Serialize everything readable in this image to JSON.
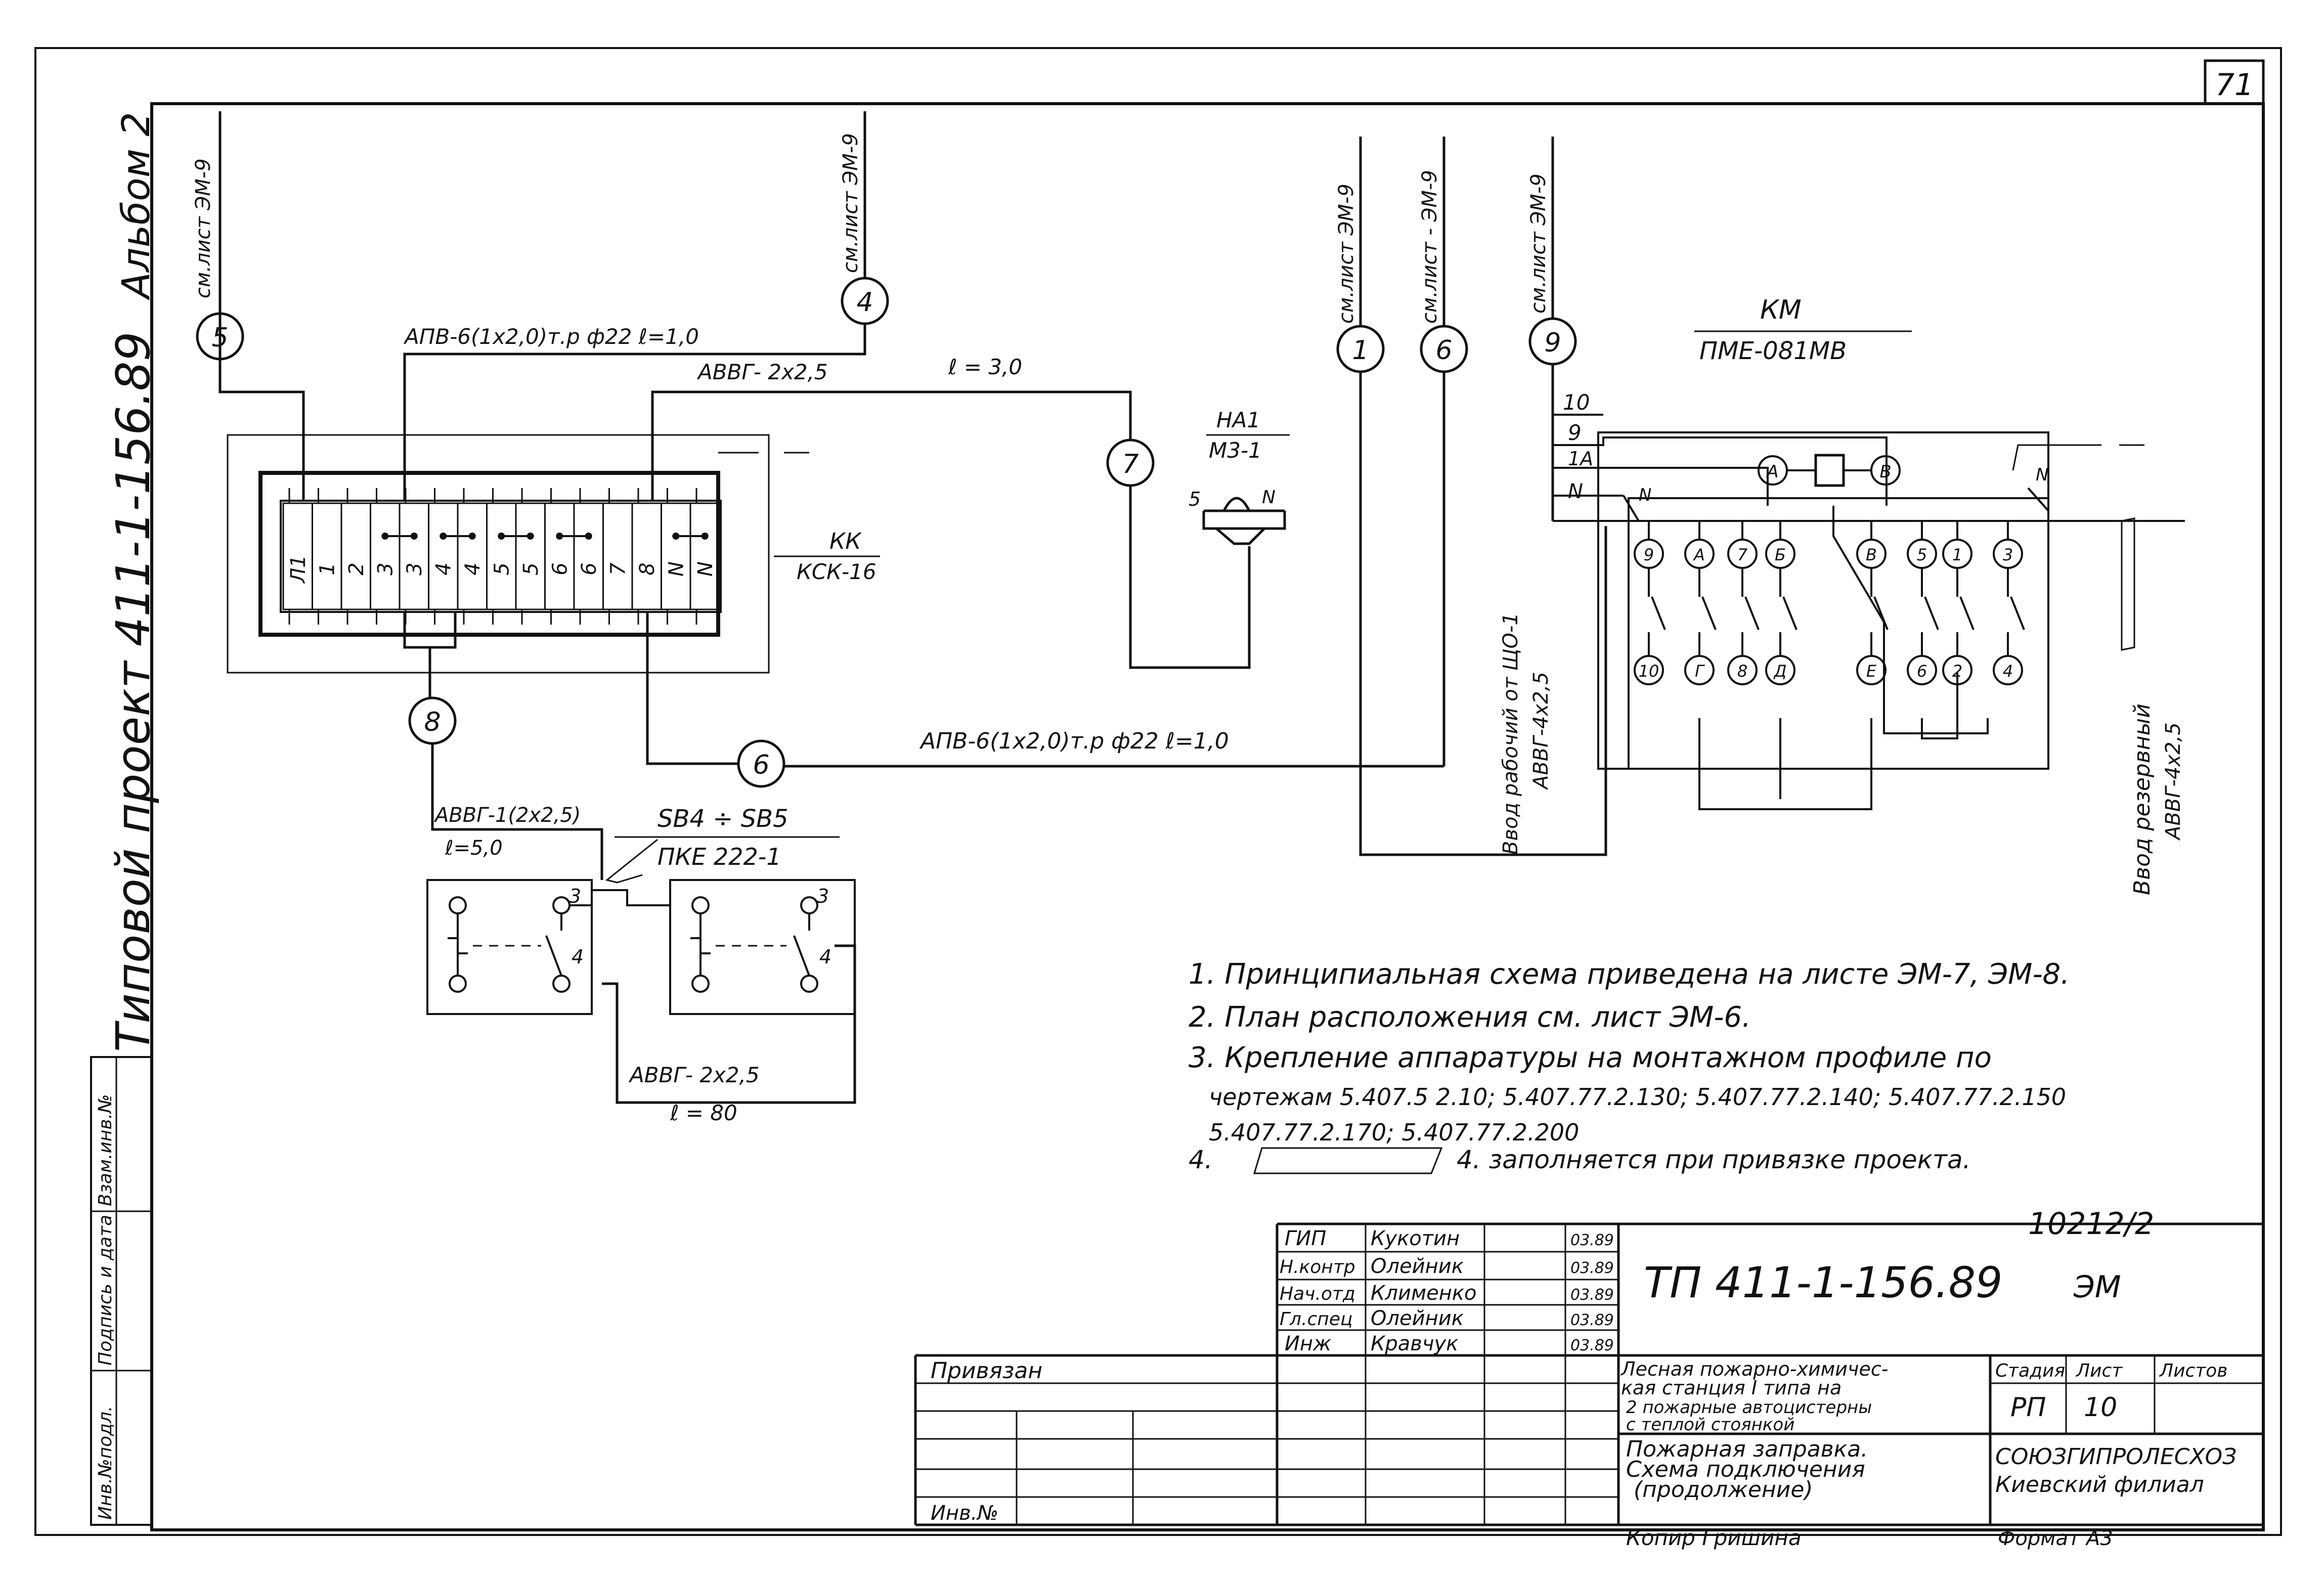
{
  "page_number": "71",
  "album": "Альбом 2",
  "project": "Типовой проект 411-1-156.89",
  "left_stamp": [
    "Инв.№подл.",
    "Подпись и дата",
    "Взам.инв.№"
  ],
  "cable_refs": {
    "c5": {
      "circle": "5",
      "ref": "см.лист ЭМ-9"
    },
    "c4": {
      "circle": "4",
      "ref": "см.лист ЭМ-9"
    },
    "c1": {
      "circle": "1",
      "ref": "см.лист ЭМ-9"
    },
    "c6a": {
      "circle": "6",
      "ref": "см.лист - ЭМ-9"
    },
    "c9": {
      "circle": "9",
      "ref": "см.лист ЭМ-9"
    },
    "c7": {
      "circle": "7"
    },
    "c8": {
      "circle": "8"
    },
    "c6b": {
      "circle": "6"
    }
  },
  "cables": {
    "apv_top": "АПВ-6(1х2,0)т.р ф22 ℓ=1,0",
    "avvg_top": "АВВГ- 2х2,5",
    "avvg_top_len": "ℓ = 3,0",
    "apv_bottom": "АПВ-6(1х2,0)т.р ф22 ℓ=1,0",
    "avvg_8": "АВВГ-1(2х2,5)",
    "avvg_8_len": "ℓ=5,0",
    "avvg_bottom": "АВВГ- 2х2,5",
    "avvg_bottom_len": "ℓ = 80",
    "input_work": "Ввод рабочий от ЩО-1",
    "input_work_cable": "АВВГ-4х2,5",
    "input_reserve": "Ввод резервный",
    "input_reserve_cable": "АВВГ-4х2,5"
  },
  "terminal_block": {
    "label": "КК",
    "type": "КСК-16",
    "terminals": [
      "Л1",
      "1",
      "2",
      "3",
      "3",
      "4",
      "4",
      "5",
      "5",
      "6",
      "6",
      "7",
      "8",
      "N",
      "N"
    ]
  },
  "alarm": {
    "label": "НА1",
    "type": "М3-1",
    "terminals": [
      "5",
      "N"
    ]
  },
  "push_buttons": {
    "label": "SB4 ÷ SB5",
    "type": "ПКЕ 222-1",
    "terminals": [
      "3",
      "4"
    ]
  },
  "starter": {
    "label": "КМ",
    "type": "ПМЕ-081МВ",
    "inputs": [
      "10",
      "9",
      "1А",
      "N"
    ],
    "coil": [
      "А",
      "В"
    ],
    "n_marks": [
      "N",
      "N"
    ],
    "top_terms": [
      "9",
      "А",
      "7",
      "Б",
      "В",
      "5",
      "1",
      "3"
    ],
    "bottom_terms": [
      "10",
      "Г",
      "8",
      "Д",
      "Е",
      "6",
      "2",
      "4"
    ]
  },
  "notes": [
    "1. Принципиальная схема приведена на листе ЭМ-7, ЭМ-8.",
    "2. План расположения см. лист ЭМ-6.",
    "3. Крепление аппаратуры на монтажном профиле по",
    "чертежам 5.407.5 2.10; 5.407.77.2.130; 5.407.77.2.140; 5.407.77.2.150",
    "5.407.77.2.170; 5.407.77.2.200",
    "4. заполняется при привязке проекта."
  ],
  "archive_no": "10212/2",
  "title_block": {
    "staff": [
      {
        "role": "ГИП",
        "name": "Кукотин",
        "date": "03.89"
      },
      {
        "role": "Н.контр",
        "name": "Олейник",
        "date": "03.89"
      },
      {
        "role": "Нач.отд",
        "name": "Клименко",
        "date": "03.89"
      },
      {
        "role": "Гл.спец",
        "name": "Олейник",
        "date": "03.89"
      },
      {
        "role": "Инж",
        "name": "Кравчук",
        "date": "03.89"
      }
    ],
    "doc_code": "ТП 411-1-156.89",
    "mark": "ЭМ",
    "object": [
      "Лесная пожарно-химичес-",
      "кая станция I типа на",
      "2 пожарные автоцистерны",
      "с теплой стоянкой"
    ],
    "sheet_title": [
      "Пожарная заправка.",
      "Схема подключения",
      "(продолжение)"
    ],
    "stage_h": "Стадия",
    "sheet_h": "Лист",
    "sheets_h": "Листов",
    "stage": "РП",
    "sheet": "10",
    "org": [
      "СОЮЗГИПРОЛЕСХОЗ",
      "Киевский филиал"
    ],
    "tied": "Привязан",
    "inv": "Инв.№",
    "copied": "Копир Гришина",
    "format": "Формат А3"
  }
}
